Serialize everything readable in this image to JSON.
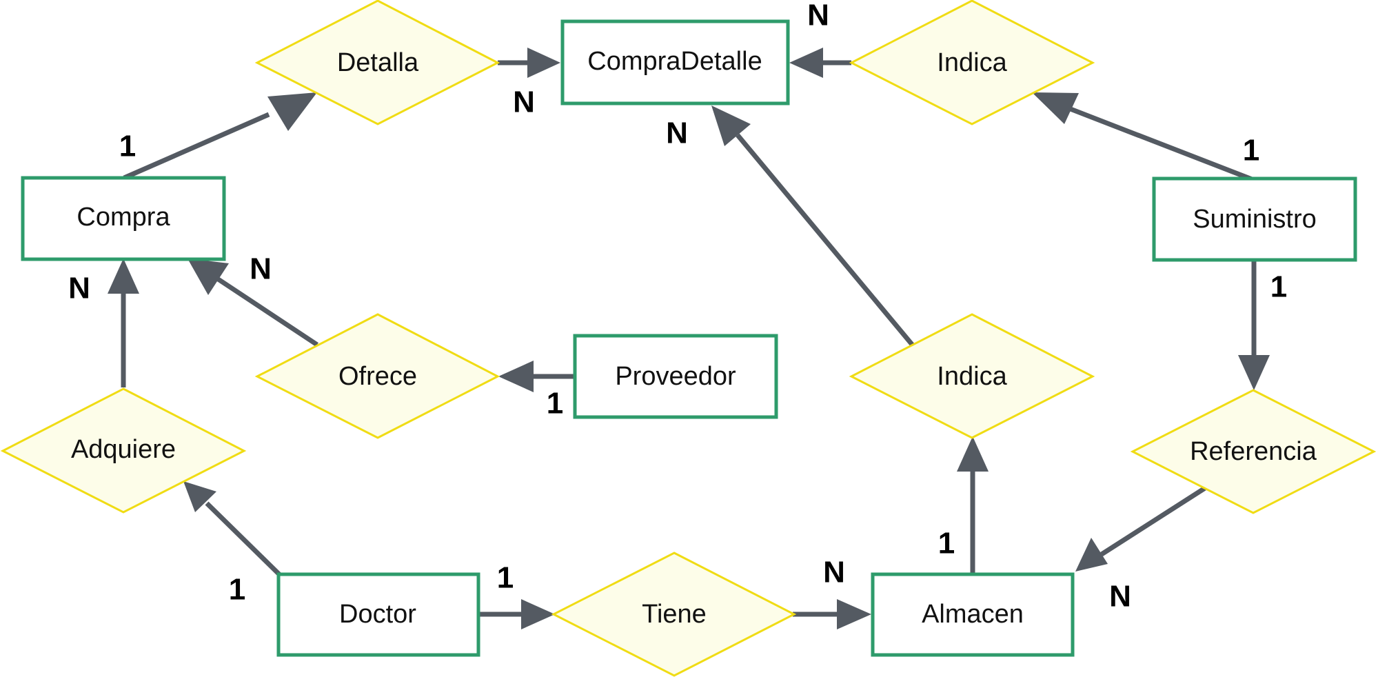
{
  "colors": {
    "entity_border": "#2e9b6b",
    "relationship_border": "#f0dc14",
    "relationship_fill": "#fdfde9",
    "edge": "#545a62",
    "text": "#111111"
  },
  "entities": [
    {
      "id": "compra",
      "label": "Compra"
    },
    {
      "id": "compradetalle",
      "label": "CompraDetalle"
    },
    {
      "id": "suministro",
      "label": "Suministro"
    },
    {
      "id": "proveedor",
      "label": "Proveedor"
    },
    {
      "id": "doctor",
      "label": "Doctor"
    },
    {
      "id": "almacen",
      "label": "Almacen"
    }
  ],
  "relationships": [
    {
      "id": "detalla",
      "label": "Detalla"
    },
    {
      "id": "indica_top",
      "label": "Indica"
    },
    {
      "id": "ofrece",
      "label": "Ofrece"
    },
    {
      "id": "indica_mid",
      "label": "Indica"
    },
    {
      "id": "adquiere",
      "label": "Adquiere"
    },
    {
      "id": "referencia",
      "label": "Referencia"
    },
    {
      "id": "tiene",
      "label": "Tiene"
    }
  ],
  "edges": [
    {
      "from": "compra",
      "to": "detalla",
      "from_card": "1"
    },
    {
      "from": "detalla",
      "to": "compradetalle",
      "to_card": "N"
    },
    {
      "from": "indica_top",
      "to": "compradetalle",
      "to_card": "N"
    },
    {
      "from": "suministro",
      "to": "indica_top",
      "from_card": "1"
    },
    {
      "from": "indica_mid",
      "to": "compradetalle",
      "to_card": "N"
    },
    {
      "from": "ofrece",
      "to": "compra",
      "to_card": "N"
    },
    {
      "from": "proveedor",
      "to": "ofrece",
      "from_card": "1"
    },
    {
      "from": "adquiere",
      "to": "compra",
      "to_card": "N"
    },
    {
      "from": "doctor",
      "to": "adquiere",
      "from_card": "1"
    },
    {
      "from": "doctor",
      "to": "tiene",
      "from_card": "1"
    },
    {
      "from": "tiene",
      "to": "almacen",
      "to_card": "N"
    },
    {
      "from": "almacen",
      "to": "indica_mid",
      "from_card": "1"
    },
    {
      "from": "suministro",
      "to": "referencia",
      "from_card": "1"
    },
    {
      "from": "referencia",
      "to": "almacen",
      "to_card": "N"
    }
  ]
}
